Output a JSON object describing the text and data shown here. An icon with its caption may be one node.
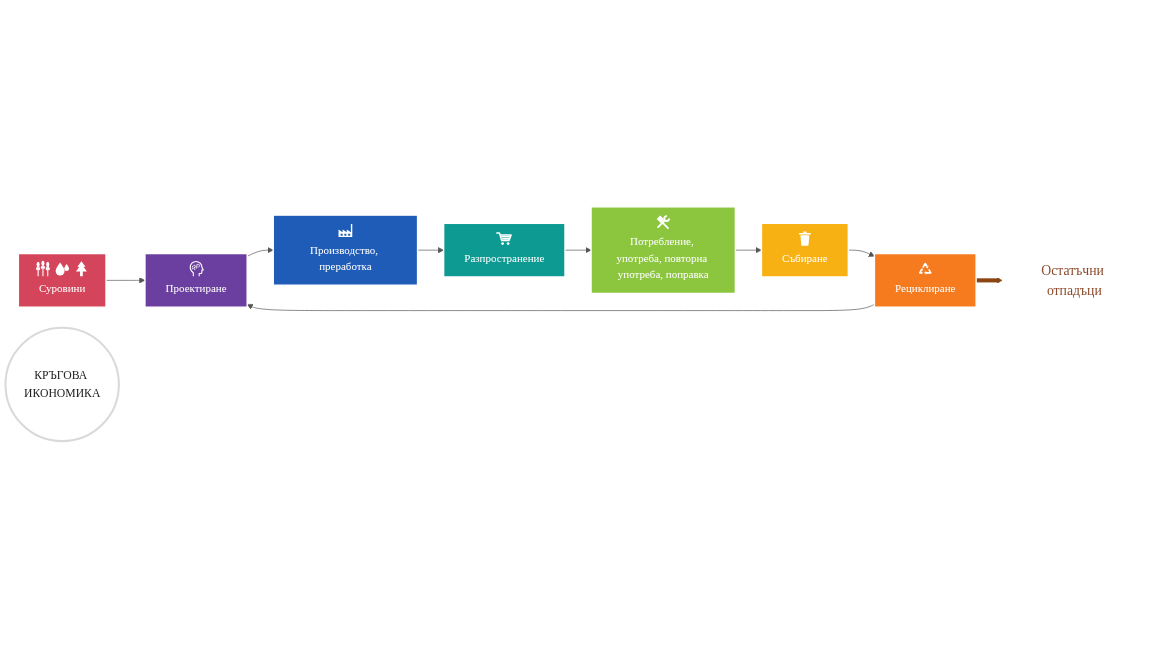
{
  "diagram": {
    "nodes": [
      {
        "text": [
          "Суровини"
        ]
      },
      {
        "text": [
          "Проектиране"
        ]
      },
      {
        "text": [
          "Производство, преработка"
        ]
      },
      {
        "text": [
          "Разпространение"
        ]
      },
      {
        "text": [
          "Потребление, употреба, повторна употреба, поправка"
        ]
      },
      {
        "text": [
          "Събиране"
        ]
      },
      {
        "text": [
          "Рециклиране"
        ]
      },
      {
        "text": [
          "КРЪГОВА ИКОНОМИКА"
        ]
      },
      {
        "text": [
          "Остатъчни отпадъци"
        ]
      }
    ],
    "edges": [
      {
        "from": 0,
        "to": 1,
        "arrow": "to"
      },
      {
        "from": 1,
        "to": 2,
        "arrow": "to"
      },
      {
        "from": 2,
        "to": 3,
        "arrow": "to"
      },
      {
        "from": 3,
        "to": 4,
        "arrow": "to"
      },
      {
        "from": 4,
        "to": 5,
        "arrow": "to"
      },
      {
        "from": 5,
        "to": 6,
        "arrow": "to"
      },
      {
        "from": 6,
        "to": 1,
        "arrow": "to"
      },
      {
        "from": 6,
        "to": 8,
        "arrow": "to",
        "style": "thick",
        "color": "#8b4513"
      }
    ]
  }
}
